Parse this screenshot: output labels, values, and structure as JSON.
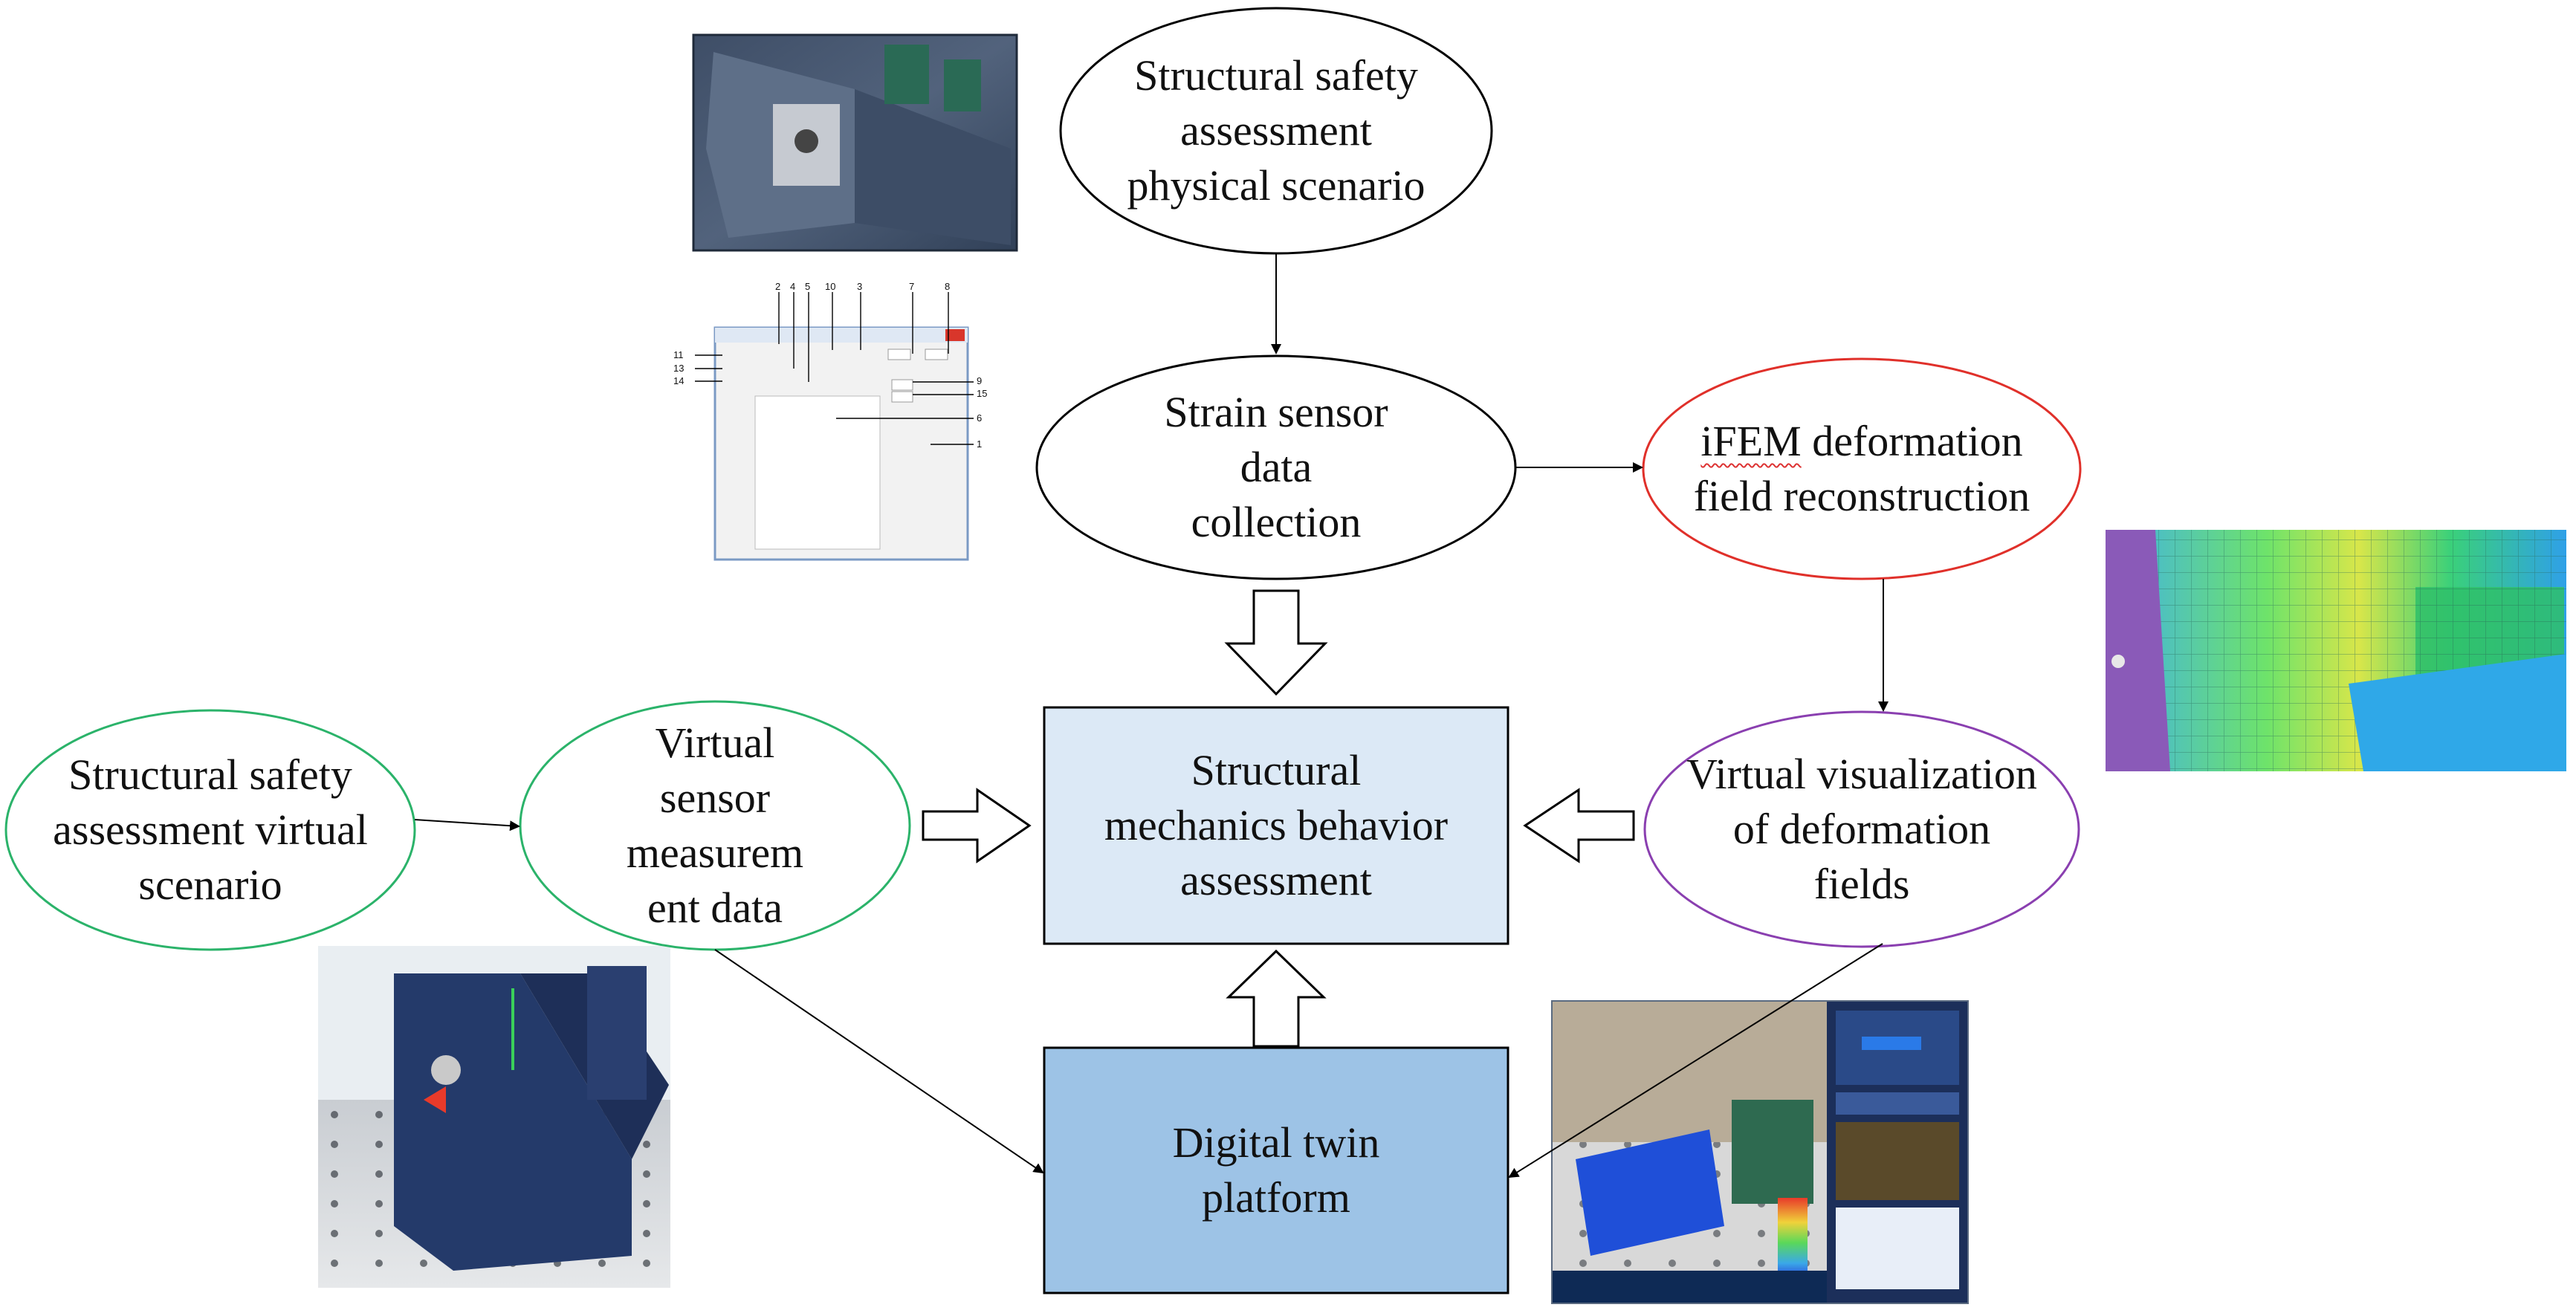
{
  "nodes": {
    "physical_scenario": "Structural safety\nassessment\nphysical scenario",
    "strain_sensor": "Strain sensor\ndata\ncollection",
    "ifem_prefix": "iFEM",
    "ifem_rest": " deformation\nfield reconstruction",
    "virtual_visualization": "Virtual visualization\nof deformation\nfields",
    "virtual_scenario": "Structural safety\nassessment virtual\nscenario",
    "virtual_sensor": "Virtual\nsensor\nmeasurem\nent data",
    "assessment": "Structural\nmechanics behavior\nassessment",
    "digital_twin": "Digital twin\nplatform"
  },
  "software_window": {
    "callout_numbers_top": [
      "2",
      "4",
      "5",
      "10",
      "3",
      "7",
      "8"
    ],
    "callout_numbers_left": [
      "11",
      "13",
      "14"
    ],
    "callout_numbers_right": [
      "9",
      "15",
      "6",
      "1"
    ]
  },
  "colors": {
    "black_outline": "#000000",
    "red_outline": "#e0302a",
    "purple_outline": "#8a3fb0",
    "green_outline": "#2bb36a",
    "light_blue_box": "#dce9f6",
    "mid_blue_box": "#9dc3e6"
  }
}
